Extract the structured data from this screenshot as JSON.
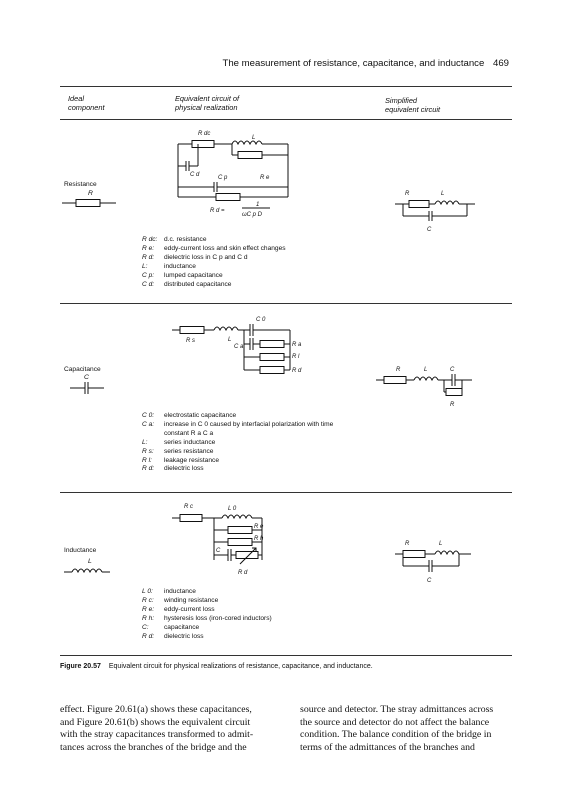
{
  "header": {
    "running_head": "The measurement of resistance, capacitance, and inductance",
    "page_number": "469"
  },
  "columns": {
    "ideal": [
      "Ideal",
      "component"
    ],
    "equivalent": [
      "Equivalent circuit of",
      "physical realization"
    ],
    "simplified": [
      "Simplified",
      "equivalent circuit"
    ]
  },
  "rows": [
    {
      "name": "Resistance",
      "symbol": "R",
      "circuit_labels": {
        "rdc": "R dc",
        "L": "L",
        "Cd": "C d",
        "Cp": "C p",
        "Re": "R e",
        "Rd_eq": "R d =",
        "Rd_num": "1",
        "Rd_den": "ωC p D"
      },
      "simplified_labels": {
        "R": "R",
        "L": "L",
        "C": "C"
      },
      "legend": [
        {
          "k": "R dc:",
          "v": "d.c. resistance"
        },
        {
          "k": "R e:",
          "v": "eddy-current loss and skin effect changes"
        },
        {
          "k": "R d:",
          "v": "dielectric loss in C p and C d"
        },
        {
          "k": "L:",
          "v": "inductance"
        },
        {
          "k": "C p:",
          "v": "lumped capacitance"
        },
        {
          "k": "C d:",
          "v": "distributed capacitance"
        }
      ]
    },
    {
      "name": "Capacitance",
      "symbol": "C",
      "circuit_labels": {
        "Rs": "R s",
        "L": "L",
        "C0": "C 0",
        "Ca": "C a",
        "Ra": "R a",
        "Rl": "R l",
        "Rd": "R d"
      },
      "simplified_labels": {
        "R": "R",
        "L": "L",
        "C": "C",
        "R2": "R"
      },
      "legend": [
        {
          "k": "C 0:",
          "v": "electrostatic capacitance"
        },
        {
          "k": "C a:",
          "v": "increase in C 0 caused by interfacial polarization with time"
        },
        {
          "k": "",
          "v": "constant R a C a"
        },
        {
          "k": "L:",
          "v": "series inductance"
        },
        {
          "k": "R s:",
          "v": "series resistance"
        },
        {
          "k": "R l:",
          "v": "leakage resistance"
        },
        {
          "k": "R d:",
          "v": "dielectric loss"
        }
      ]
    },
    {
      "name": "Inductance",
      "symbol": "L",
      "circuit_labels": {
        "Rc": "R c",
        "L0": "L 0",
        "Re": "R e",
        "Rh": "R h",
        "C": "C",
        "Rd": "R d"
      },
      "simplified_labels": {
        "R": "R",
        "L": "L",
        "C": "C"
      },
      "legend": [
        {
          "k": "L 0:",
          "v": "inductance"
        },
        {
          "k": "R c:",
          "v": "winding resistance"
        },
        {
          "k": "R e:",
          "v": "eddy-current loss"
        },
        {
          "k": "R h:",
          "v": "hysteresis loss (iron-cored inductors)"
        },
        {
          "k": "C:",
          "v": "capacitance"
        },
        {
          "k": "R d:",
          "v": "dielectric loss"
        }
      ]
    }
  ],
  "caption": {
    "label": "Figure 20.57",
    "text": "Equivalent circuit for physical realizations of resistance, capacitance, and inductance."
  },
  "body_text": {
    "left": [
      "effect. Figure 20.61(a) shows these capacitances,",
      "and Figure 20.61(b) shows the equivalent circuit",
      "with the stray capacitances transformed to admit-",
      "tances across the branches of the bridge and the"
    ],
    "right": [
      "source and detector. The stray admittances across",
      "the source and detector do not affect the balance",
      "condition. The balance condition of the bridge in",
      "terms of the admittances of the branches and"
    ]
  }
}
